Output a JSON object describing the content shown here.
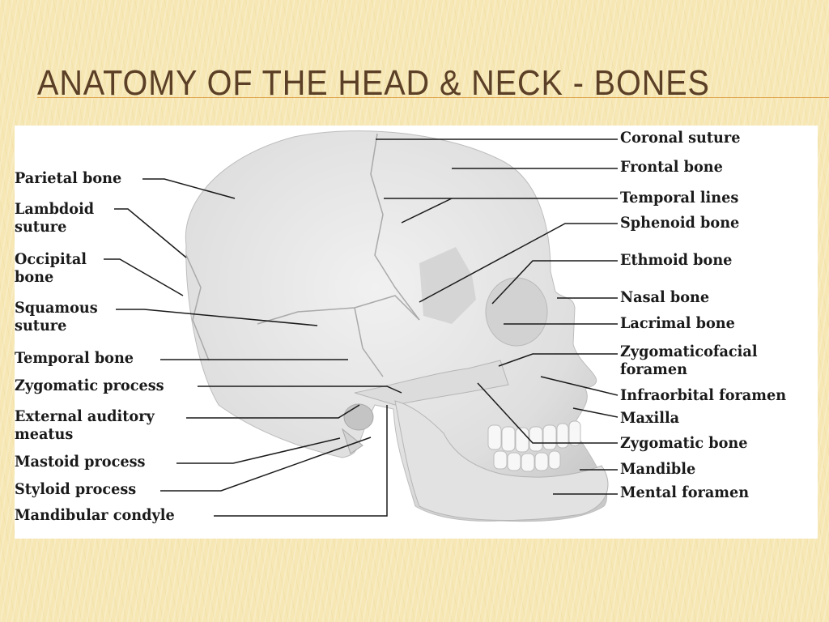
{
  "slide": {
    "title": "Anatomy of the Head & Neck - Bones"
  },
  "labels_left": {
    "parietal_bone": "Parietal bone",
    "lambdoid_suture": "Lambdoid suture",
    "occipital_bone": "Occipital bone",
    "squamous_suture": "Squamous suture",
    "temporal_bone": "Temporal bone",
    "zygomatic_process": "Zygomatic process",
    "external_auditory_meatus": "External auditory meatus",
    "mastoid_process": "Mastoid process",
    "styloid_process": "Styloid process",
    "mandibular_condyle": "Mandibular condyle"
  },
  "labels_right": {
    "coronal_suture": "Coronal suture",
    "frontal_bone": "Frontal bone",
    "temporal_lines": "Temporal lines",
    "sphenoid_bone": "Sphenoid bone",
    "ethmoid_bone": "Ethmoid bone",
    "nasal_bone": "Nasal bone",
    "lacrimal_bone": "Lacrimal bone",
    "zygomaticofacial_foramen": "Zygomaticofacial foramen",
    "infraorbital_foramen": "Infraorbital foramen",
    "maxilla": "Maxilla",
    "zygomatic_bone": "Zygomatic bone",
    "mandible": "Mandible",
    "mental_foramen": "Mental foramen"
  },
  "colors": {
    "title": "#5b3f26",
    "rule": "#e0a24a",
    "background": "#f6e7b4",
    "bone": "#e4e4e4",
    "leader_line": "#1a1a1a"
  }
}
